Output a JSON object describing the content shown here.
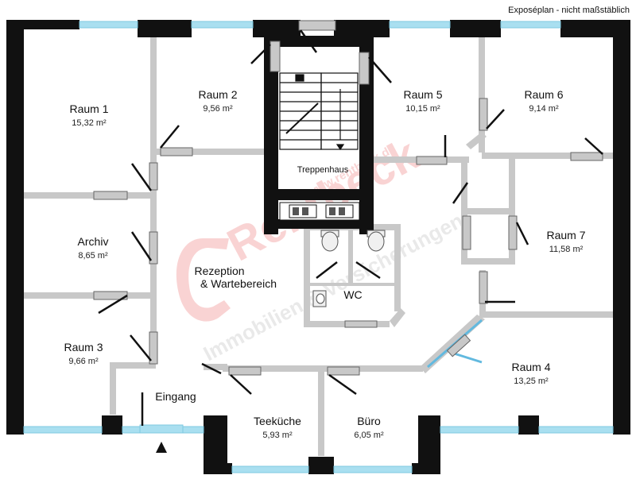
{
  "header": {
    "caption": "Exposéplan - nicht maßstäblich"
  },
  "rooms": {
    "raum1": {
      "name": "Raum 1",
      "area": "15,32 m²"
    },
    "raum2": {
      "name": "Raum 2",
      "area": "9,56 m²"
    },
    "raum5": {
      "name": "Raum 5",
      "area": "10,15 m²"
    },
    "raum6": {
      "name": "Raum 6",
      "area": "9,14 m²"
    },
    "raum7": {
      "name": "Raum 7",
      "area": "11,58 m²"
    },
    "archiv": {
      "name": "Archiv",
      "area": "8,65 m²"
    },
    "raum3": {
      "name": "Raum 3",
      "area": "9,66 m²"
    },
    "raum4": {
      "name": "Raum 4",
      "area": "13,25 m²"
    },
    "teekueche": {
      "name": "Teeküche",
      "area": "5,93 m²"
    },
    "buero": {
      "name": "Büro",
      "area": "6,05 m²"
    }
  },
  "labels": {
    "treppenhaus": "Treppenhaus",
    "rezeption_line1": "Rezeption",
    "rezeption_line2": "& Wartebereich",
    "wc": "WC",
    "eingang": "Eingang"
  },
  "watermark": {
    "url": "www.rentbeck.de",
    "brand": "Rentbeck",
    "tagline": "Immobilien & Versicherungen"
  },
  "colors": {
    "wall": "#111111",
    "partition": "#c8c8c8",
    "window": "#a9dff0",
    "door_leaf": "#111111",
    "watermark_red": "#e23a3a"
  }
}
